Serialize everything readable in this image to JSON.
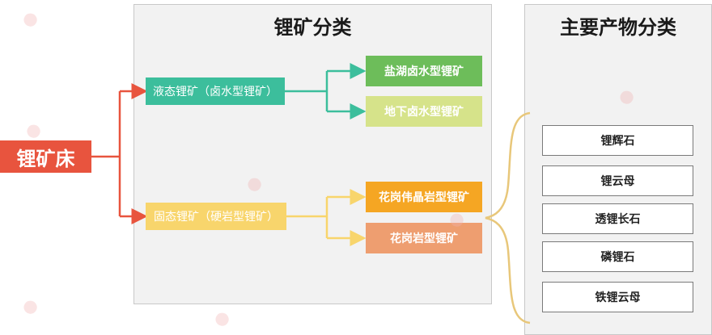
{
  "colors": {
    "root": "#e8543e",
    "liquid": "#3cbe9c",
    "liquid_sub1": "#6dbd5a",
    "liquid_sub2": "#d6e38a",
    "solid": "#f8d56c",
    "solid_sub1": "#f5a623",
    "solid_sub2": "#ee9e70",
    "red_line": "#e8543e",
    "green_line": "#3cbe9c",
    "yellow_line": "#f8d56c",
    "bracket": "#e8c77a"
  },
  "root": {
    "label": "锂矿床"
  },
  "classification": {
    "title": "锂矿分类",
    "liquid": {
      "label": "液态锂矿（卤水型锂矿）",
      "children": [
        "盐湖卤水型锂矿",
        "地下卤水型锂矿"
      ]
    },
    "solid": {
      "label": "固态锂矿（硬岩型锂矿）",
      "children": [
        "花岗伟晶岩型锂矿",
        "花岗岩型锂矿"
      ]
    }
  },
  "products": {
    "title": "主要产物分类",
    "items": [
      "锂辉石",
      "锂云母",
      "透锂长石",
      "磷锂石",
      "铁锂云母"
    ]
  }
}
